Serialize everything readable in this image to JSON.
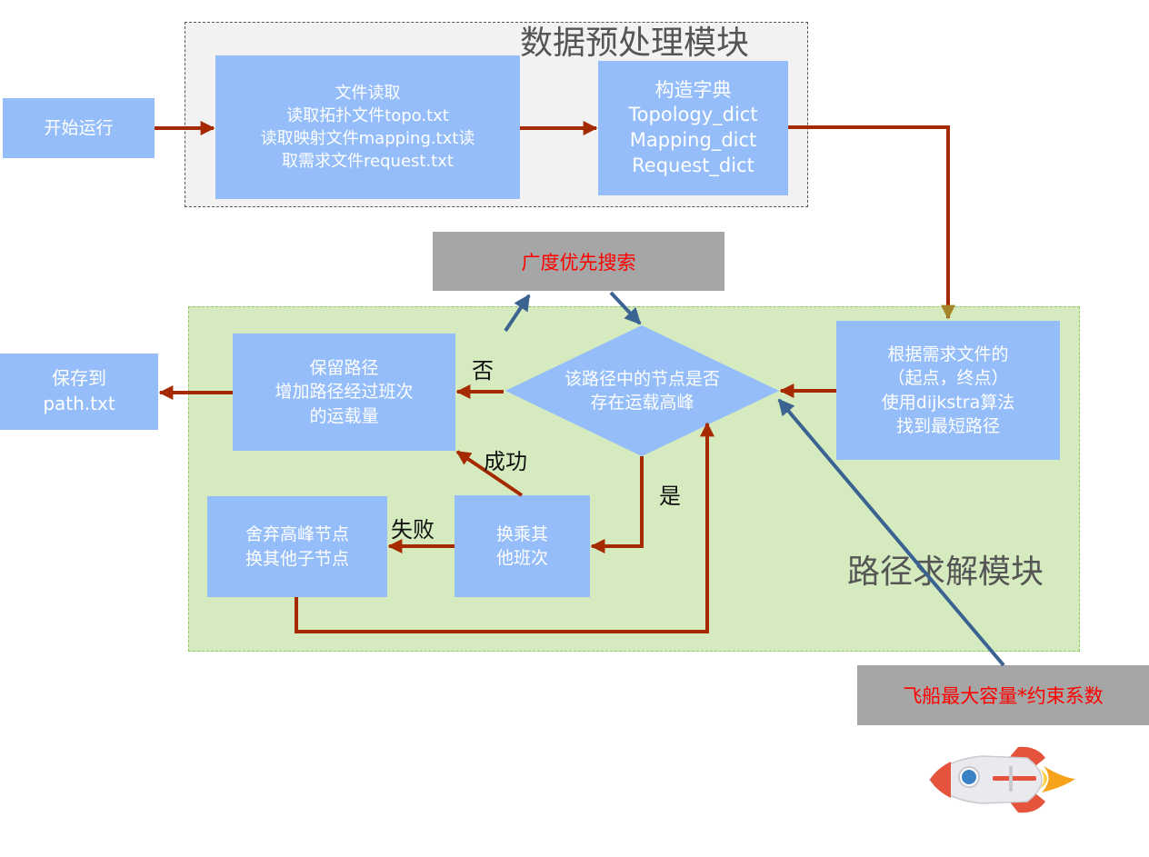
{
  "modules": {
    "preprocess_title": "数据预处理模块",
    "path_title": "路径求解模块"
  },
  "nodes": {
    "start": [
      "开始运行"
    ],
    "read_files": [
      "文件读取",
      "读取拓扑文件topo.txt",
      "读取映射文件mapping.txt读",
      "取需求文件request.txt"
    ],
    "build_dict": [
      "构造字典",
      "Topology_dict",
      "Mapping_dict",
      "Request_dict"
    ],
    "dijkstra": [
      "根据需求文件的",
      "（起点，终点）",
      "使用dijkstra算法",
      "找到最短路径"
    ],
    "decision": [
      "该路径中的节点是否",
      "存在运载高峰"
    ],
    "keep_path": [
      "保留路径",
      "增加路径经过班次",
      "的运载量"
    ],
    "save": [
      "保存到",
      "path.txt"
    ],
    "transfer": [
      "换乘其",
      "他班次"
    ],
    "discard": [
      "舍弃高峰节点",
      "换其他子节点"
    ],
    "bfs": "广度优先搜索",
    "capacity": "飞船最大容量*约束系数"
  },
  "edge_labels": {
    "no": "否",
    "yes": "是",
    "success": "成功",
    "fail": "失败"
  },
  "colors": {
    "box_blue": "#94bdfa",
    "arrow_red": "#a52a00",
    "arrow_blue": "#3b6392",
    "gray_box": "#a6a6a6",
    "highlight_text": "#ff0000"
  }
}
